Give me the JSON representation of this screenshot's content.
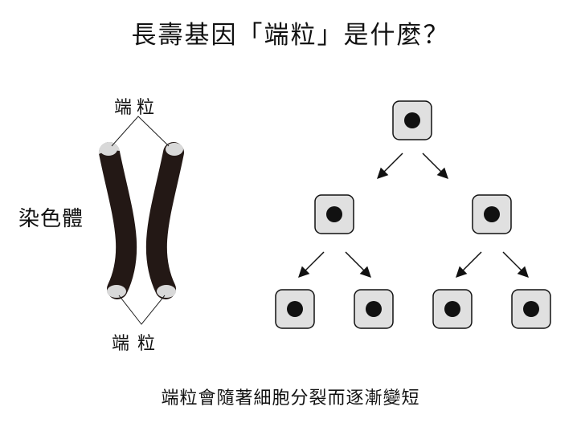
{
  "title": "長壽基因「端粒」是什麼？",
  "labels": {
    "telomere_top": "端粒",
    "telomere_bottom": "端粒",
    "chromosome": "染色體"
  },
  "caption": "端粒會隨著細胞分裂而逐漸變短",
  "colors": {
    "chromosome_body": "#231815",
    "telomere_cap": "#d9d9d9",
    "cell_fill": "#e0e0e0",
    "nucleus": "#111111"
  }
}
